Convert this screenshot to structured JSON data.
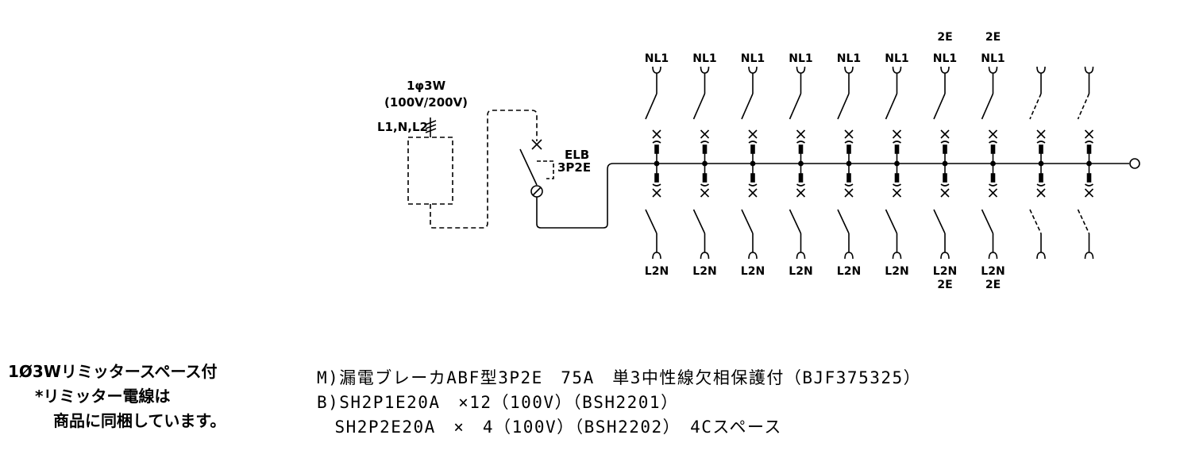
{
  "supply": {
    "system": "1φ3W",
    "voltage": "(100V/200V)",
    "conductors": "L1,N,L2"
  },
  "main_breaker": {
    "name": "ELB",
    "poles": "3P2E"
  },
  "circuits_top": [
    "NL1",
    "NL1",
    "NL1",
    "NL1",
    "NL1",
    "NL1",
    "NL1",
    "NL1",
    "",
    ""
  ],
  "circuits_top_extra": [
    "",
    "",
    "",
    "",
    "",
    "",
    "2E",
    "2E",
    "",
    ""
  ],
  "circuits_bottom": [
    "L2N",
    "L2N",
    "L2N",
    "L2N",
    "L2N",
    "L2N",
    "L2N",
    "L2N",
    "",
    ""
  ],
  "circuits_bottom_extra": [
    "",
    "",
    "",
    "",
    "",
    "",
    "2E",
    "2E",
    "",
    ""
  ],
  "spare_flags": [
    false,
    false,
    false,
    false,
    false,
    false,
    false,
    false,
    true,
    true
  ],
  "notes": {
    "line1": "1Ø3Wリミッタースペース付",
    "line2": "*リミッター電線は",
    "line3": "商品に同梱しています。"
  },
  "spec": {
    "line1": "M)漏電ブレーカABF型3P2E　75A　単3中性線欠相保護付（BJF375325）",
    "line2": "B)SH2P1E20A　×12（100V）（BSH2201）",
    "line3": "　SH2P2E20A　×　4（100V）（BSH2202）　4Cスペース"
  }
}
